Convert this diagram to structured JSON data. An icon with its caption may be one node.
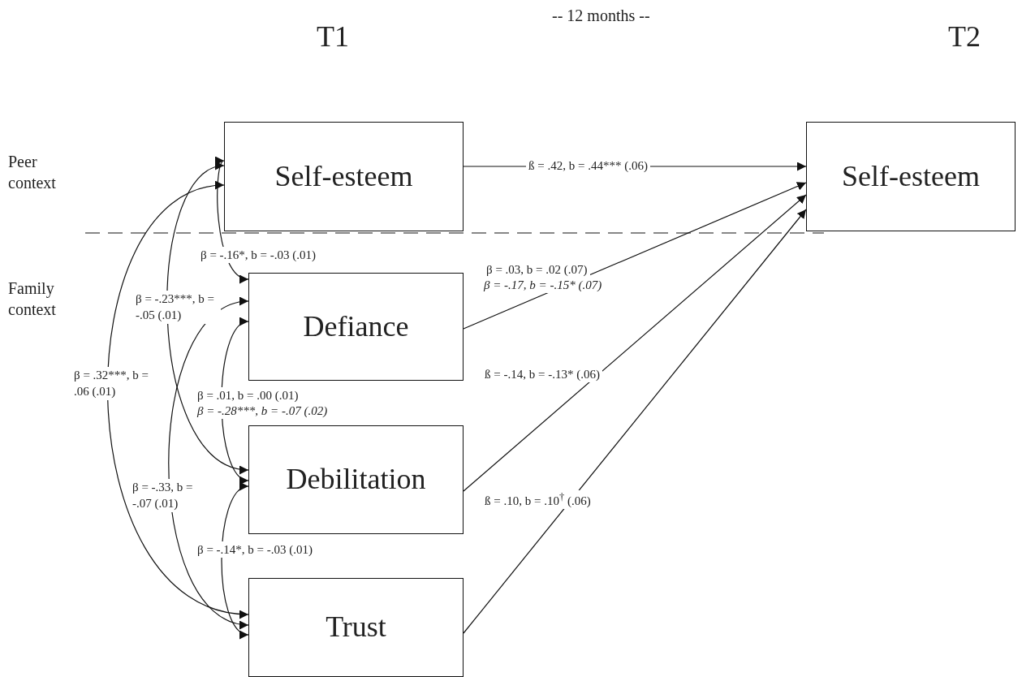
{
  "diagram": {
    "nodes": [
      {
        "text": [
          "Self-esteem"
        ]
      },
      {
        "text": [
          "Defiance"
        ]
      },
      {
        "text": [
          "Debilitation"
        ]
      },
      {
        "text": [
          "Trust"
        ]
      },
      {
        "text": [
          "Self-esteem"
        ]
      }
    ],
    "edges": [
      {
        "from": 0,
        "to": 4,
        "arrow": "to",
        "label": "ß = .42, b = .44***  (.06)"
      },
      {
        "from": 1,
        "to": 4,
        "arrow": "to",
        "label": "β = .03, b = .02 (.07)"
      },
      {
        "from": 2,
        "to": 4,
        "arrow": "to",
        "label": "ß = -.14, b = -.13* (.06)"
      },
      {
        "from": 3,
        "to": 4,
        "arrow": "to",
        "label": "ß = .10, b = .10$^{†}$ (.06)"
      },
      {
        "from": 0,
        "to": 1,
        "arrow": "both",
        "label": "β =  -.16*, b = -.03 (.01)"
      },
      {
        "from": 0,
        "to": 2,
        "arrow": "both",
        "label": "β  = -.23***, b = -.05 (.01)"
      },
      {
        "from": 0,
        "to": 3,
        "arrow": "both",
        "label": "β = .32***, b = .06 (.01)"
      },
      {
        "from": 1,
        "to": 2,
        "arrow": "both",
        "label": "β = .01, b = .00 (.01)"
      },
      {
        "from": 1,
        "to": 3,
        "arrow": "both",
        "label": "β = -.33, b = -.07 (.01)"
      },
      {
        "from": 2,
        "to": 3,
        "arrow": "both",
        "label": "β = -.14*, b = -.03 (.01)"
      }
    ],
    "labels": [
      "-- 12 months --",
      "T1",
      "T2",
      "Peer context",
      "Family context",
      "β = -.17, b = -.15* (.07)",
      "β  = -.28***, b = -.07 (.02)"
    ]
  }
}
